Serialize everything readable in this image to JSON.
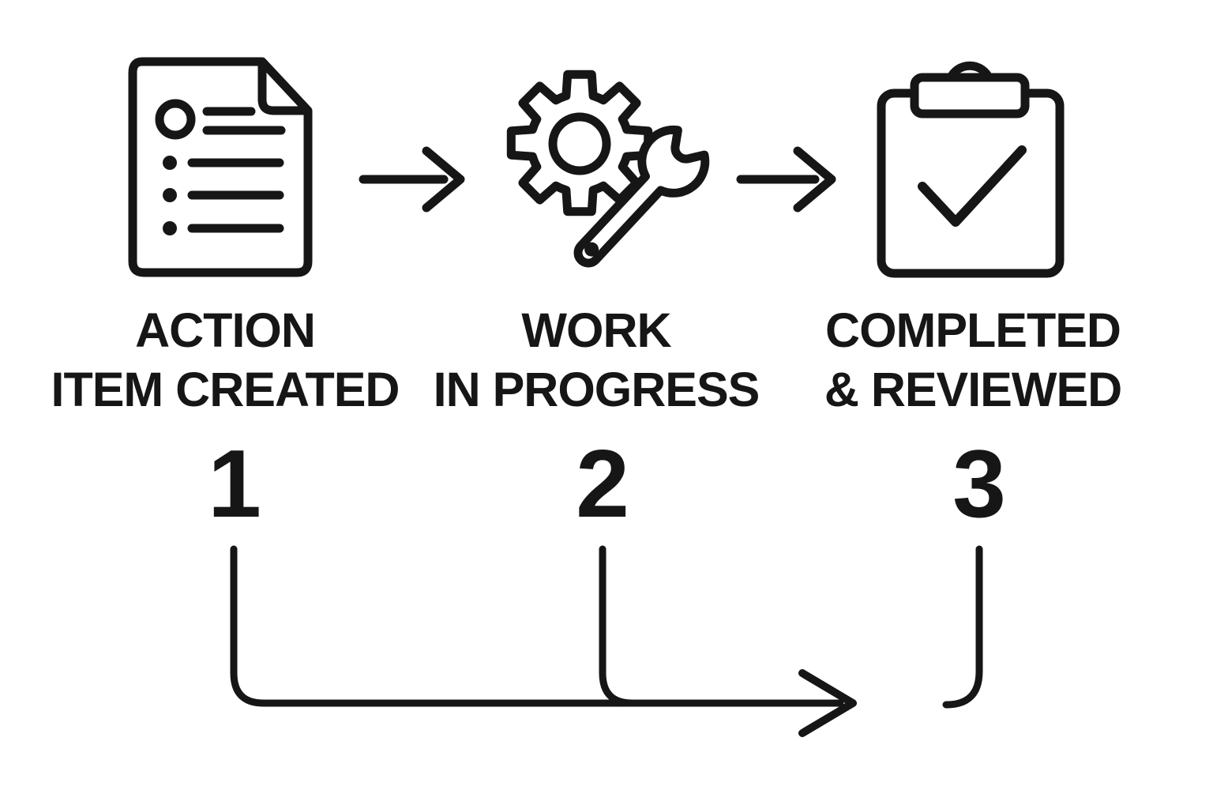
{
  "title": "Action item workflow diagram",
  "colors": {
    "ink": "#161616",
    "background": "#ffffff"
  },
  "steps": [
    {
      "number": "1",
      "icon": "document-list-icon",
      "label": [
        "ACTION",
        "ITEM CREATED"
      ]
    },
    {
      "number": "2",
      "icon": "gear-wrench-icon",
      "label": [
        "WORK",
        "IN PROGRESS"
      ]
    },
    {
      "number": "3",
      "icon": "clipboard-check-icon",
      "label": [
        "COMPLETED",
        "& REVIEWED"
      ]
    }
  ]
}
